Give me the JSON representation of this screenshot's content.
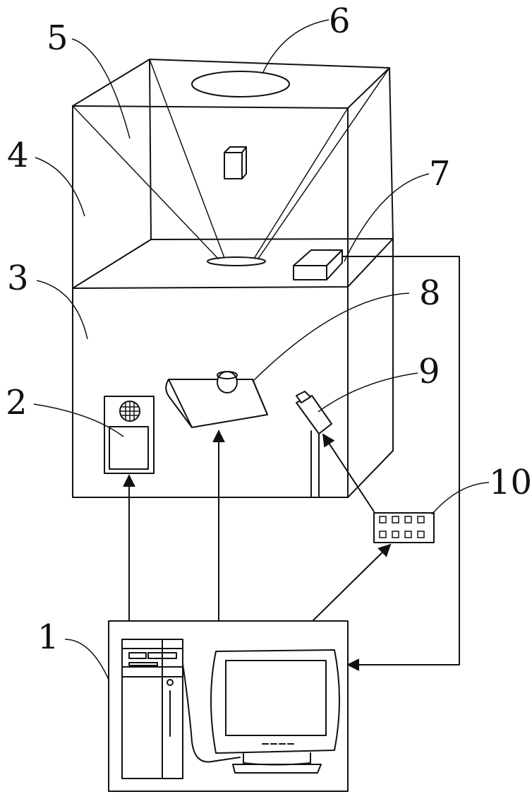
{
  "labels": {
    "n1": "1",
    "n2": "2",
    "n3": "3",
    "n4": "4",
    "n5": "5",
    "n6": "6",
    "n7": "7",
    "n8": "8",
    "n9": "9",
    "n10": "10"
  }
}
